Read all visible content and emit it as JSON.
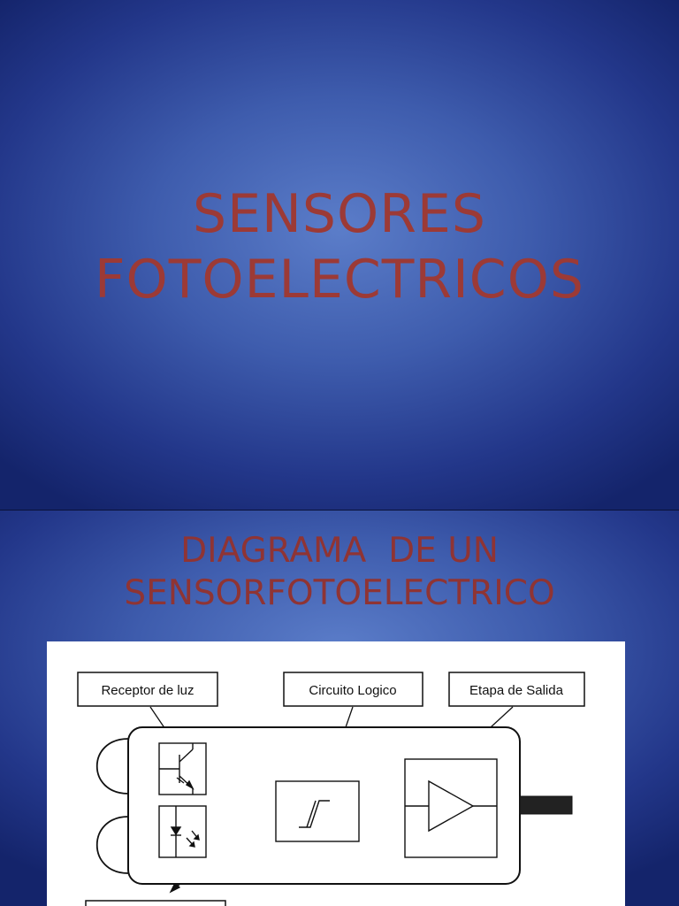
{
  "slides": [
    {
      "title_line1": "SENSORES",
      "title_line2": "FOTOELECTRICOS"
    },
    {
      "title_line1": "DIAGRAMA  DE UN",
      "title_line2": "SENSORFOTOELECTRICO",
      "diagram": {
        "labels": {
          "receptor": "Receptor de luz",
          "circuito": "Circuito Logico",
          "etapa": "Etapa de Salida"
        }
      }
    }
  ]
}
